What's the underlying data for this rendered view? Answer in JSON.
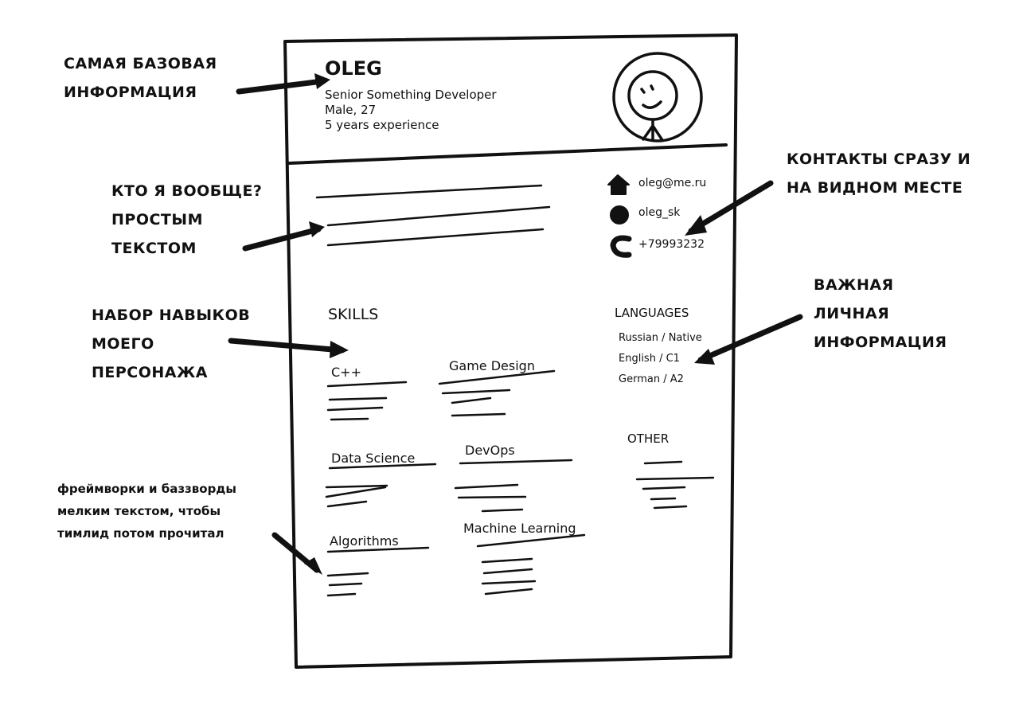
{
  "annotations": {
    "basic_info": [
      "САМАЯ БАЗОВАЯ",
      "ИНФОРМАЦИЯ"
    ],
    "who_am_i": [
      "КТО Я ВООБЩЕ?",
      "ПРОСТЫМ",
      "ТЕКСТОМ"
    ],
    "skills": [
      "НАБОР НАВЫКОВ",
      "МОЕГО",
      "ПЕРСОНАЖА"
    ],
    "frameworks": [
      "фреймворки и баззворды",
      "мелким текстом, чтобы",
      "тимлид потом прочитал"
    ],
    "contacts": [
      "КОНТАКТЫ СРАЗУ И",
      "НА ВИДНОМ МЕСТЕ"
    ],
    "personal": [
      "ВАЖНАЯ",
      "ЛИЧНАЯ",
      "ИНФОРМАЦИЯ"
    ]
  },
  "resume": {
    "name": "OLEG",
    "title": "Senior Something Developer",
    "gender_age": "Male, 27",
    "experience": "5 years experience",
    "contacts": {
      "email": "oleg@me.ru",
      "skype": "oleg_sk",
      "phone": "+79993232"
    },
    "skills_heading": "SKILLS",
    "skills": [
      "C++",
      "Game Design",
      "Data Science",
      "DevOps",
      "Algorithms",
      "Machine Learning"
    ],
    "languages_heading": "LANGUAGES",
    "languages": [
      "Russian / Native",
      "English / C1",
      "German / A2"
    ],
    "other_heading": "OTHER"
  }
}
